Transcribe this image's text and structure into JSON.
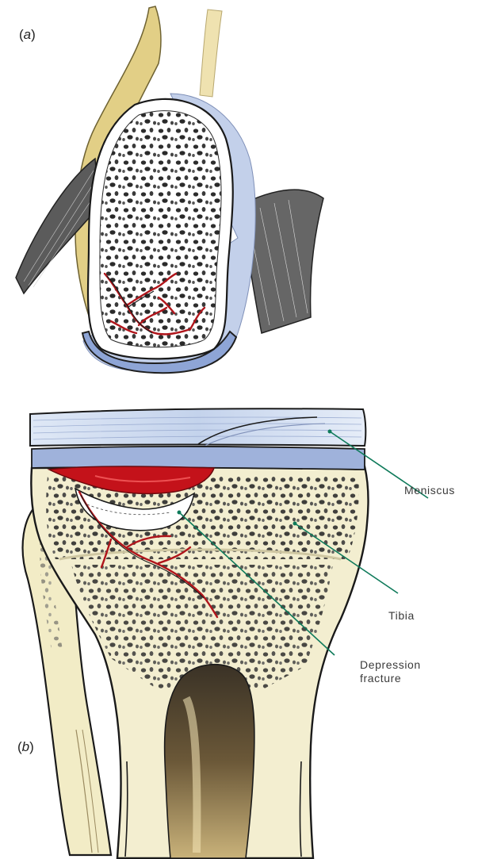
{
  "panels": {
    "a": {
      "open": "(",
      "letter": "a",
      "close": ")"
    },
    "b": {
      "open": "(",
      "letter": "b",
      "close": ")"
    }
  },
  "labels": {
    "meniscus": "Meniscus",
    "tibia": "Tibia",
    "depression_line1": "Depression",
    "depression_line2": "fracture"
  },
  "colors": {
    "leader_line": "#0e7a5a",
    "bone": "#f3eed0",
    "cartilage_blue": "#b9c8e6",
    "blood_red": "#c0141c",
    "tendon_yellow": "#d9c47a"
  }
}
